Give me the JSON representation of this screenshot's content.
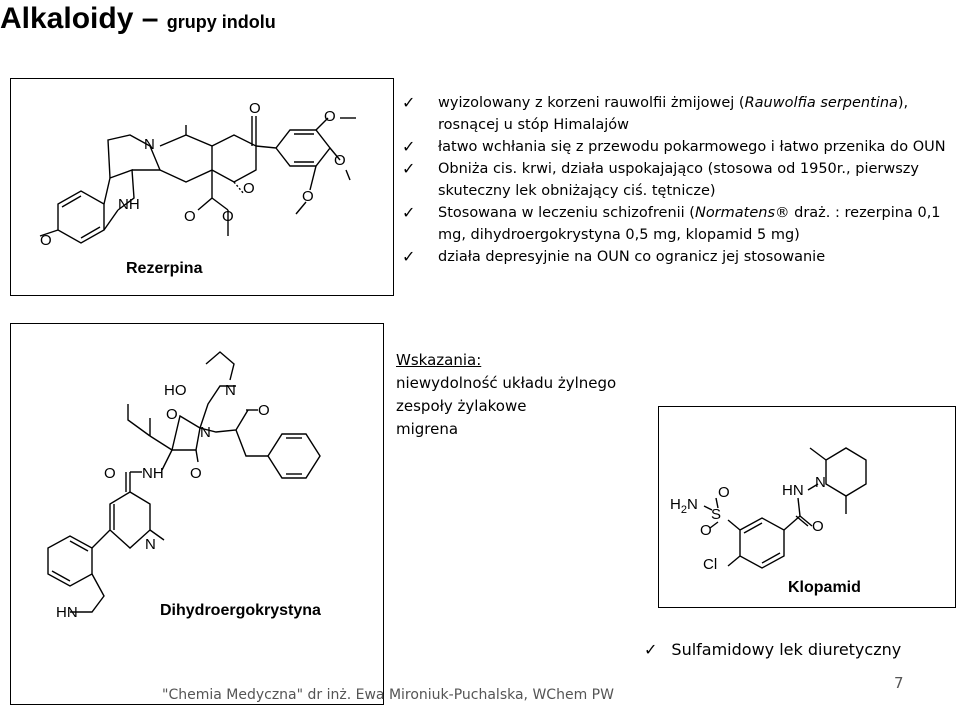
{
  "title": {
    "main": "Alkaloidy – ",
    "sub": "grupy indolu"
  },
  "rezerpine": {
    "name": "Rezerpina",
    "atoms": {
      "n": "N",
      "nh": "NH",
      "o": "O"
    }
  },
  "bullets": [
    {
      "text": "wyizolowany z korzeni rauwolfii żmijowej (",
      "italic": "Rauwolfia serpentina",
      "after": "), rosnącej u stóp Himalajów"
    },
    {
      "text": "łatwo wchłania się z przewodu pokarmowego i łatwo przenika do OUN"
    },
    {
      "text": "Obniża cis. krwi, działa uspokajająco (stosowa od 1950r., pierwszy skuteczny lek obniżający ciś. tętnicze)"
    },
    {
      "text": "Stosowana w leczeniu schizofrenii (",
      "italic": "Normatens",
      "after": "® draż. : rezerpina 0,1 mg, dihydroergokrystyna 0,5 mg, klopamid 5 mg)"
    },
    {
      "text": "działa depresyjnie na OUN co ogranicz jej stosowanie"
    }
  ],
  "dihydro": {
    "name": "Dihydroergokrystyna",
    "atoms": {
      "ho": "HO",
      "n": "N",
      "o": "O",
      "nh": "NH",
      "hn": "HN"
    }
  },
  "indications": {
    "heading": "Wskazania:",
    "items": [
      "niewydolność układu żylnego",
      "zespoły żylakowe",
      "migrena"
    ]
  },
  "klopamid": {
    "name": "Klopamid",
    "atoms": {
      "h2n": "H2N",
      "s": "S",
      "o": "O",
      "hn": "HN",
      "n": "N",
      "cl": "Cl"
    }
  },
  "sulfamide_note": "Sulfamidowy lek diuretyczny",
  "footer": "\"Chemia Medyczna\" dr inż. Ewa Mironiuk-Puchalska, WChem PW",
  "page_number": "7",
  "icons": {
    "bullet": "check-icon"
  }
}
